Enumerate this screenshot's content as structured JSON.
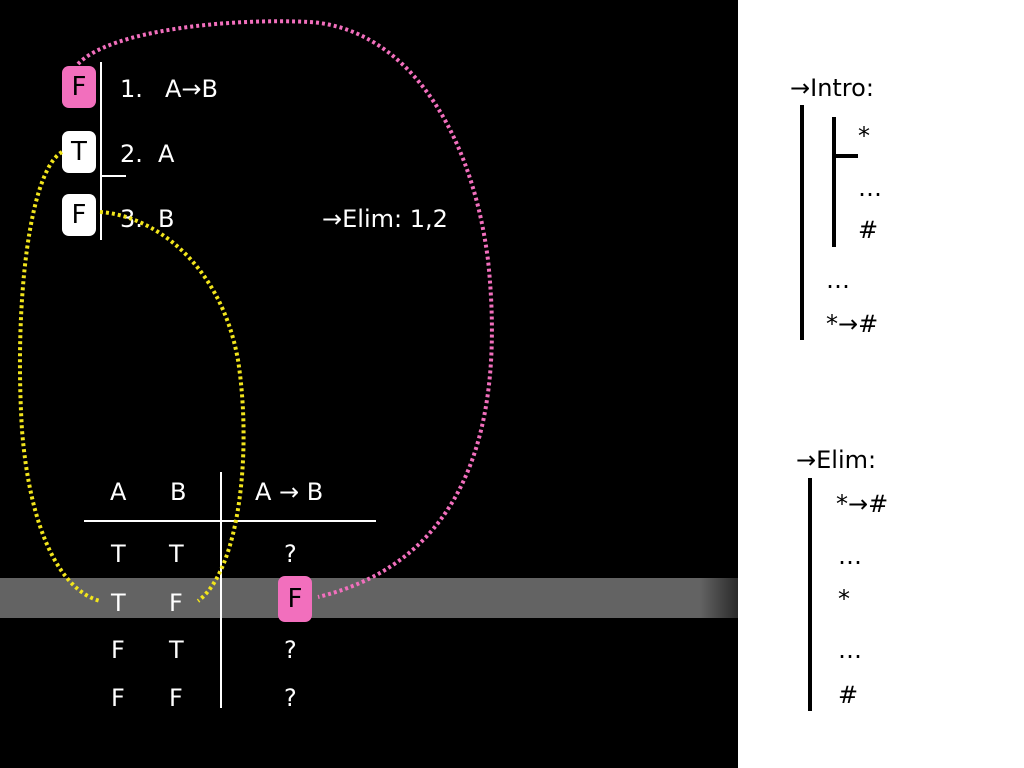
{
  "colors": {
    "background": "#000000",
    "right_panel": "#ffffff",
    "highlight_row": "#636363",
    "pink": "#f26fbd",
    "yellow": "#f2e51c"
  },
  "proof": {
    "lines": [
      {
        "number": "1.",
        "formula": "A→B",
        "badge": "F"
      },
      {
        "number": "2.",
        "formula": "A",
        "badge": "T"
      },
      {
        "number": "3.",
        "formula": "B",
        "badge": "F",
        "justification": "→Elim: 1,2"
      }
    ]
  },
  "truth_table": {
    "headers": [
      "A",
      "B",
      "A → B"
    ],
    "rows": [
      [
        "T",
        "T",
        "?"
      ],
      [
        "T",
        "F",
        "F"
      ],
      [
        "F",
        "T",
        "?"
      ],
      [
        "F",
        "F",
        "?"
      ]
    ]
  },
  "rules": {
    "intro": {
      "title": "→Intro:",
      "lines": [
        "*",
        "…",
        "#",
        "…",
        "*→#"
      ]
    },
    "elim": {
      "title": "→Elim:",
      "lines": [
        "*→#",
        "…",
        "*",
        "…",
        "#"
      ]
    }
  }
}
